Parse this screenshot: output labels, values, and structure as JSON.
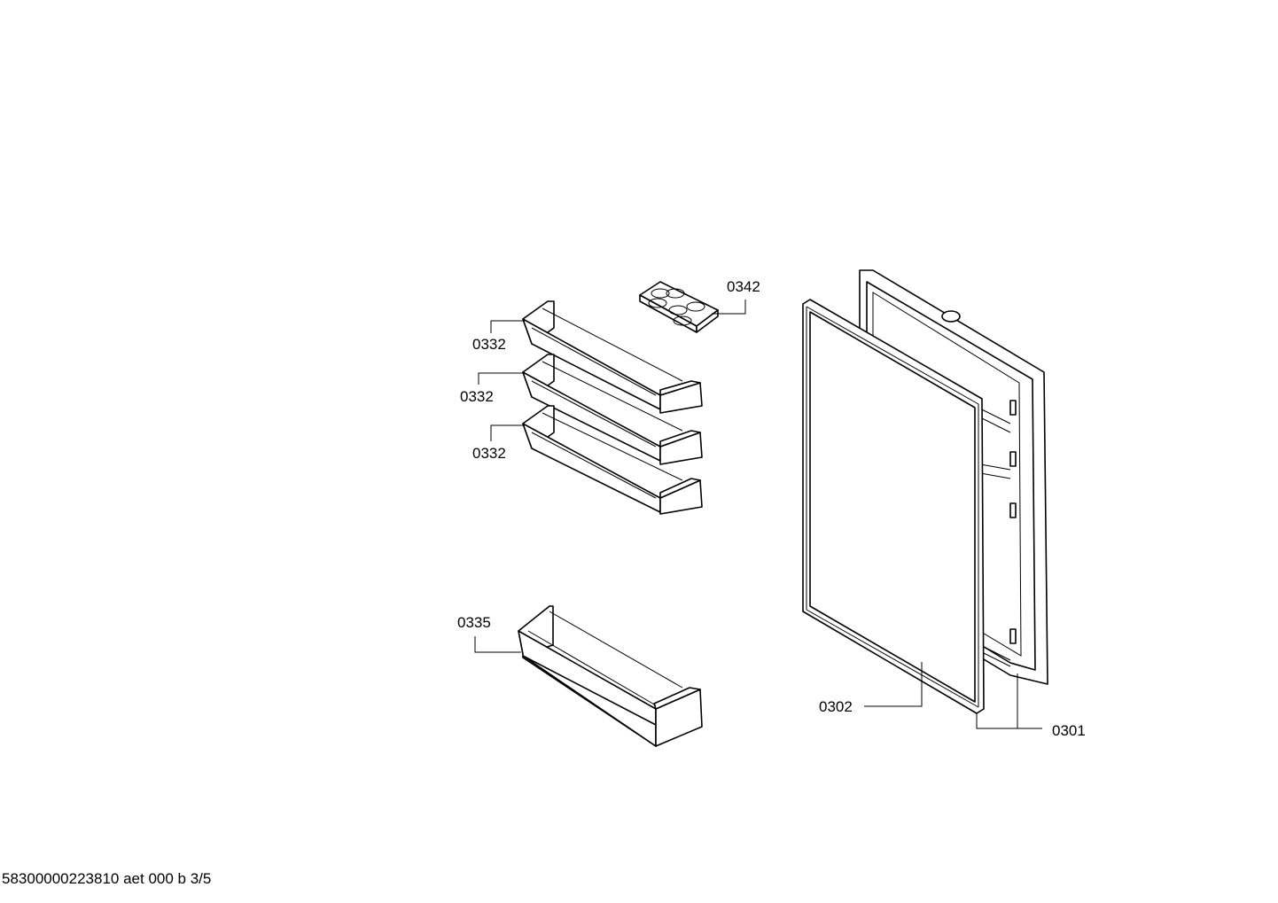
{
  "labels": {
    "egg_tray": "0342",
    "shelf_1": "0332",
    "shelf_2": "0332",
    "shelf_3": "0332",
    "bottle_shelf": "0335",
    "door_gasket": "0302",
    "inner_door": "0301"
  },
  "footer": {
    "text": "58300000223810 aet 000 b 3/5"
  }
}
